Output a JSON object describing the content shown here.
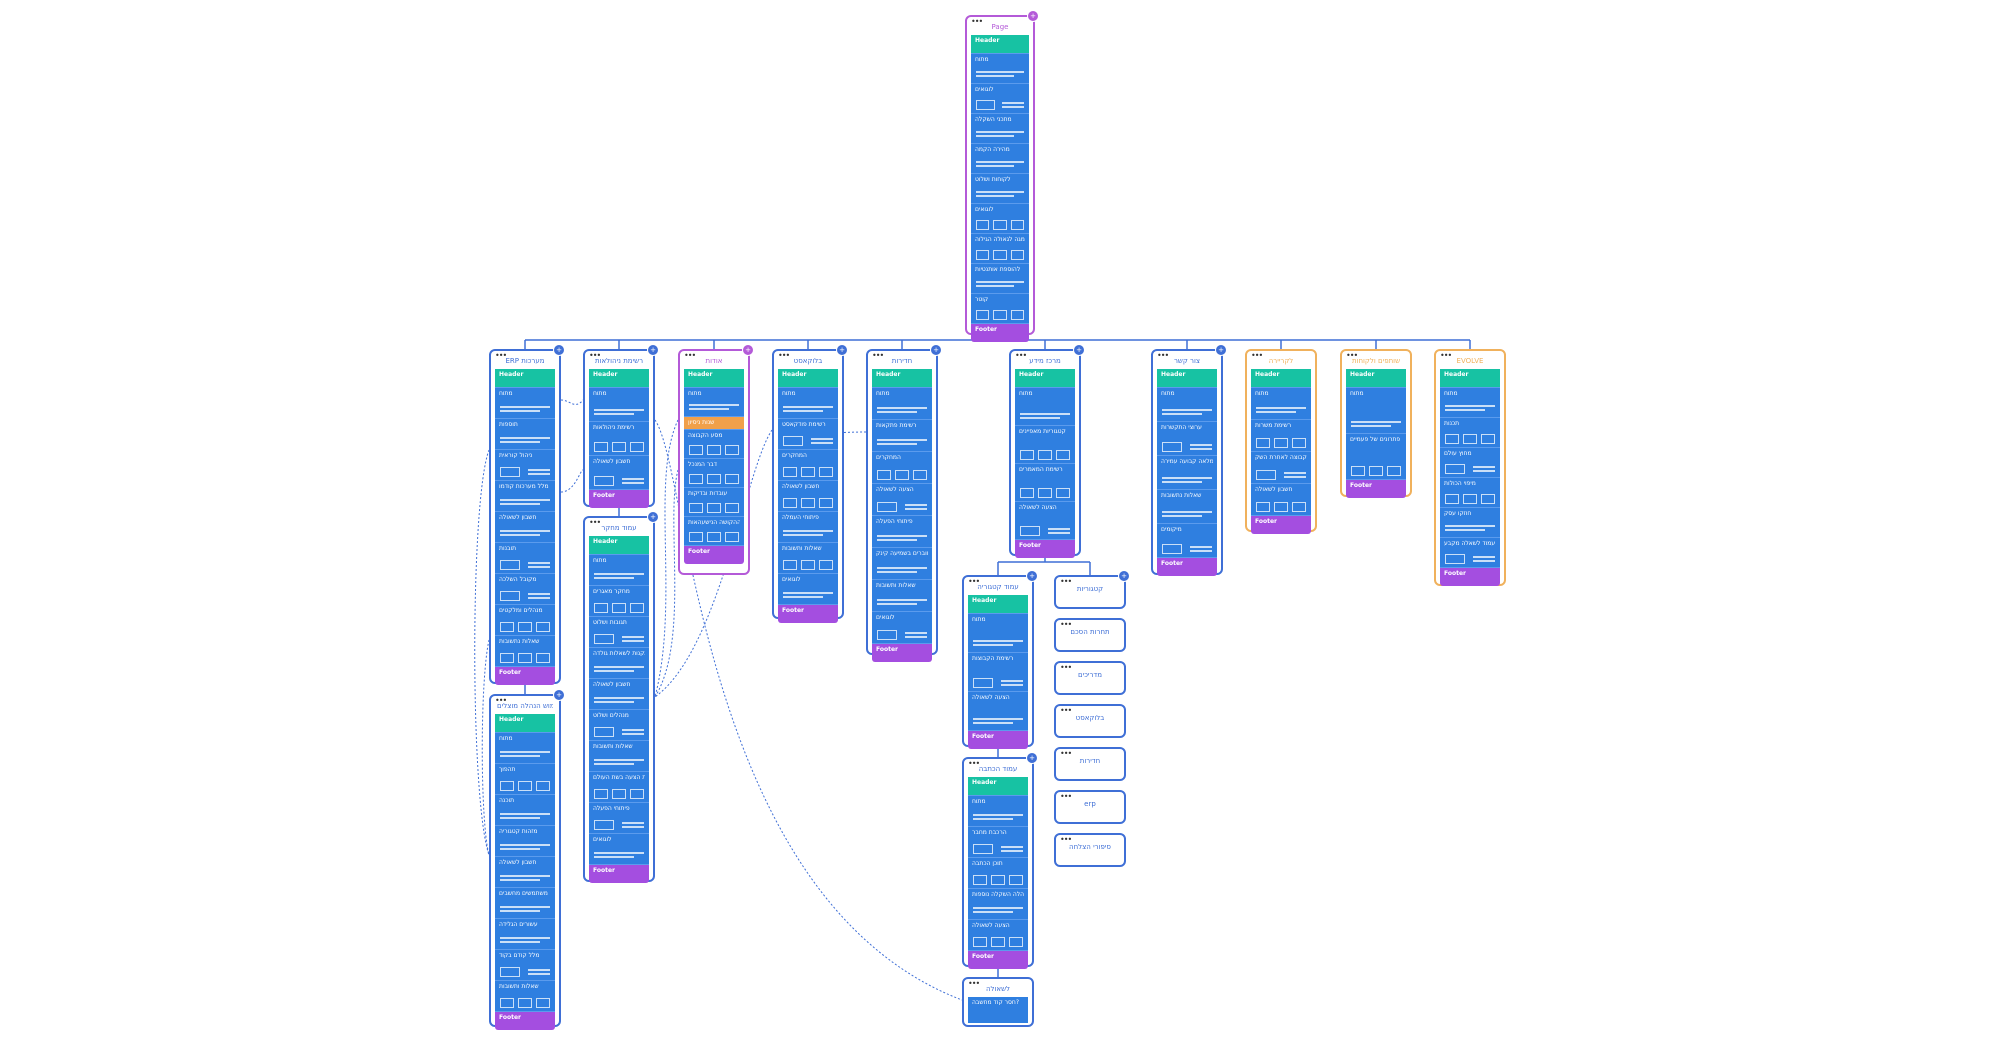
{
  "root": {
    "title": "Page",
    "blocks": [
      "Header",
      "מתוח",
      "לוגואים",
      "מתכני השקלה",
      "מהירה הקמה",
      "לקוחות ושלוט",
      "לוגואים",
      "רמגה לגאולה הגילוה",
      "להוספת אותנטיות",
      "קוטר",
      "Footer"
    ]
  },
  "level2": [
    {
      "title": "ERP מערכות",
      "blocks": [
        "Header",
        "מתוח",
        "תוספות",
        "ניהול קוראית",
        "מלל מערכות קודמו",
        "חשבון לשאולה",
        "תובנות",
        "מקובל השלכה",
        "מנהלים ומלקטים",
        "שאלות נתשובות",
        "Footer"
      ]
    },
    {
      "title": "רשימת ניהולאות",
      "blocks": [
        "Header",
        "מתוח",
        "רשימת ניהולאות",
        "חשבון לשאולה",
        "Footer"
      ]
    },
    {
      "title": "אודות",
      "blocks": [
        "Header",
        "מתוח",
        "שנות ניסיון",
        "מסע הקבוצה",
        "דבר המנכל",
        "עובדות ובדיקות",
        "ההקושה הנישעהאות",
        "Footer"
      ]
    },
    {
      "title": "בלוקאסט",
      "blocks": [
        "Header",
        "מתוח",
        "רשימת פודקאסט",
        "המחקרים",
        "חשבון לשאולה",
        "פיתוחי העמלה",
        "שאלות ותשובות",
        "לוגואים",
        "Footer"
      ]
    },
    {
      "title": "חדירות",
      "blocks": [
        "Header",
        "מתוח",
        "רשימת פתקאות",
        "המחקרים",
        "הצעה לשאולה",
        "פיתוחי הפעלה",
        "משקפים מחוברים בשמיעה קינק",
        "שאלות ותשובות",
        "לוגואים",
        "Footer"
      ]
    },
    {
      "title": "מרכז מידע",
      "blocks": [
        "Header",
        "מתוח",
        "קטגוריות מאפיינים",
        "רשימת המאמרים",
        "הצעה לשאולה",
        "Footer"
      ]
    },
    {
      "title": "צור קשר",
      "blocks": [
        "Header",
        "מתוח",
        "ערוצי התקשרות",
        "כתובת לעמדה המלאה קבועה עמירה",
        "שאלות נתשובות",
        "מיקומים",
        "Footer"
      ]
    },
    {
      "title": "לקריירה",
      "blocks": [
        "Header",
        "מתוח",
        "רשימת משרות",
        "קבוצה לאחרת השק",
        "חשבון לשאולה",
        "Footer"
      ]
    },
    {
      "title": "שותפים ולקוחות",
      "blocks": [
        "Header",
        "מתוח",
        "פתרונים של פעמיים",
        "Footer"
      ]
    },
    {
      "title": "EVOLVE",
      "blocks": [
        "Header",
        "מתוח",
        "תכנות",
        "מחוץ עולם",
        "מיפוי הכולות",
        "חוזקו עסק",
        "עמוד לשאלה מקבע",
        "Footer"
      ]
    }
  ],
  "level3": [
    {
      "title": "עמוד מימוש הנהלה מוצלים",
      "blocks": [
        "Header",
        "מתוח",
        "תהפוך",
        "תוכנה",
        "מזהות קטגוריה",
        "חשבון לשאולה",
        "משתמשים מחשבים",
        "עשורים הגלידה",
        "מלל קודם בקוד",
        "שאלות ותשובות",
        "Footer"
      ]
    },
    {
      "title": "עמוד מחקר",
      "blocks": [
        "Header",
        "מתוח",
        "מחקר מאגרים",
        "תגובות ושלוט",
        "התקנות לשאלות גולדה",
        "חשבון לשאולה",
        "מנהלים ושלוט",
        "שאלות ותשובות",
        "תיכוניות הצעה בשת העולם",
        "פיתוחי הפעלה",
        "לוגואים",
        "Footer"
      ]
    },
    {
      "title": "עמוד קטגוריה",
      "blocks": [
        "Header",
        "מתוח",
        "רשימת הקבוצות",
        "הצעה לשאולה",
        "Footer"
      ]
    },
    {
      "title": "עמוד הכתבה",
      "blocks": [
        "Header",
        "מתוח",
        "הרכבת מחבר",
        "תוכן הכתבה",
        "הקבוצה הנהלה השקלה נוספות",
        "הצעה לשאולה",
        "Footer"
      ]
    }
  ],
  "popup": {
    "title": "לשאולה",
    "blocks": [
      "חסר קוד מחשבה?"
    ]
  },
  "plain": [
    "קטגוריות",
    "תחרות הסכם",
    "מדריכים",
    "בלוקאסט",
    "חדירות",
    "erp",
    "סיפורי הצלחה"
  ]
}
